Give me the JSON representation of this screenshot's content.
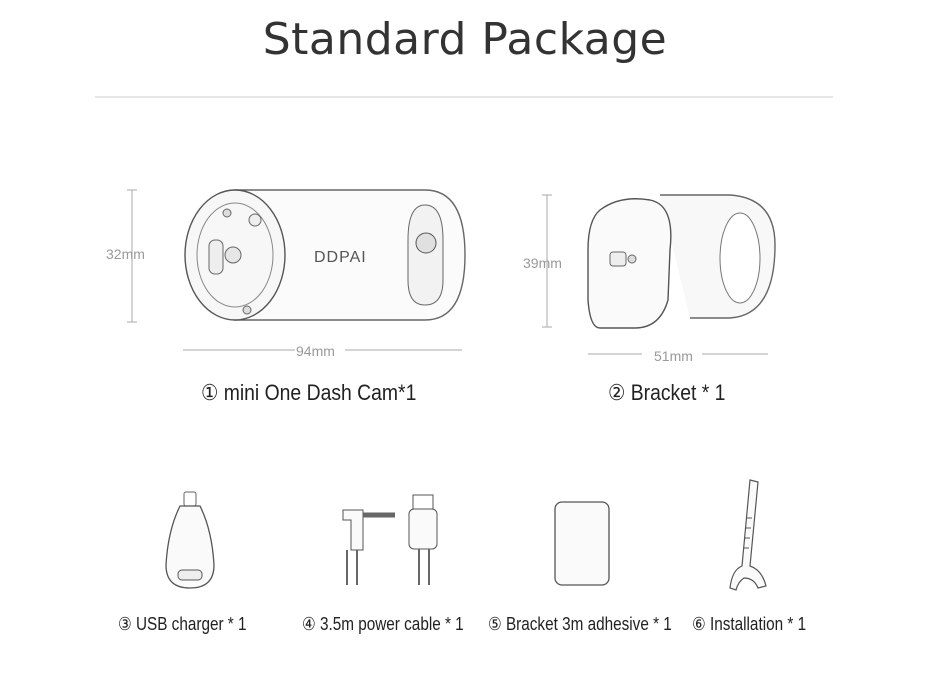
{
  "title": "Standard Package",
  "items": [
    {
      "caption": "① mini One Dash Cam*1",
      "dims": {
        "height": "32mm",
        "width": "94mm"
      }
    },
    {
      "caption": "② Bracket * 1",
      "dims": {
        "height": "39mm",
        "width": "51mm"
      }
    },
    {
      "caption": "③ USB charger * 1"
    },
    {
      "caption": "④ 3.5m power cable * 1"
    },
    {
      "caption": "⑤ Bracket 3m adhesive * 1"
    },
    {
      "caption": "⑥ Installation * 1"
    }
  ],
  "brand_label": "DDPAI",
  "colors": {
    "line": "#e6e6e6",
    "outline": "#555555",
    "dim_text": "#999999"
  }
}
